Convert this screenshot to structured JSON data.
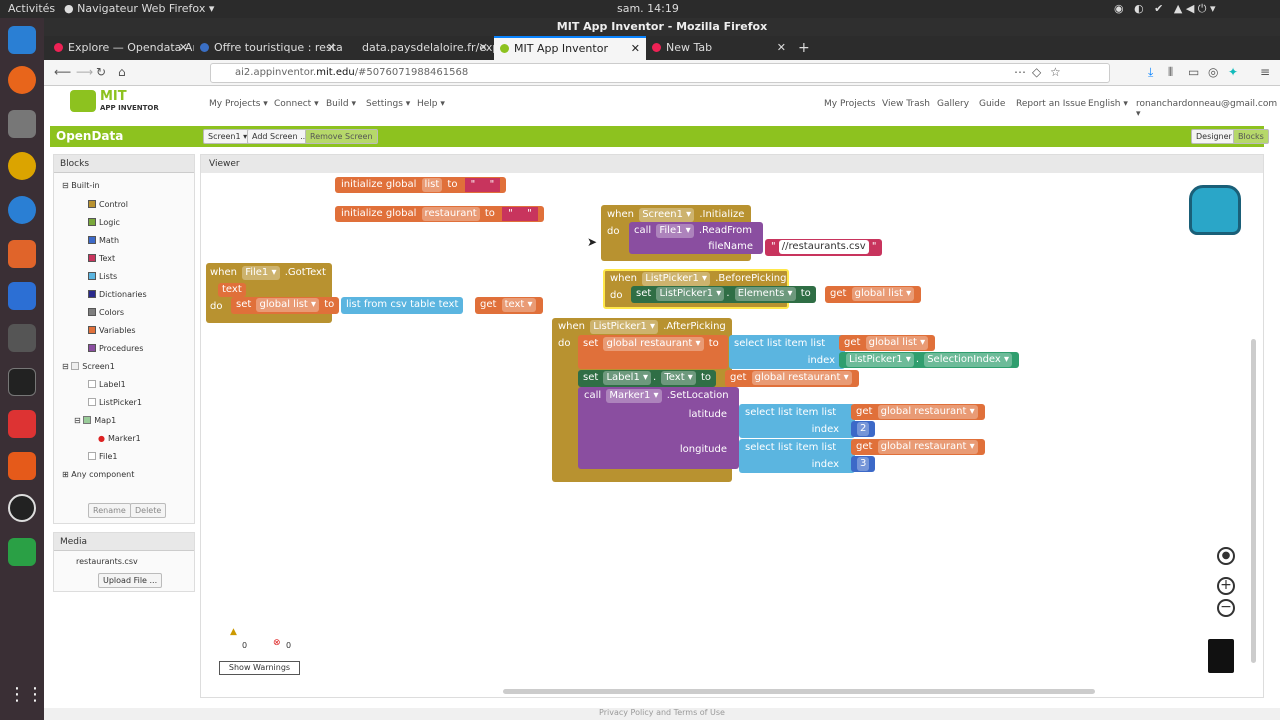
{
  "os": {
    "activities": "Activités",
    "browser_menu": "Navigateur Web Firefox",
    "clock": "sam. 14:19"
  },
  "window": {
    "title": "MIT App Inventor - Mozilla Firefox"
  },
  "tabs": [
    "Explore — Opendata An",
    "Offre touristique : resta",
    "data.paysdelaloire.fr/explor",
    "MIT App Inventor",
    "New Tab"
  ],
  "url": {
    "prefix": "ai2.appinventor.",
    "domain": "mit.edu",
    "rest": "/#5076071988461568"
  },
  "ai": {
    "logo_mit": "MIT",
    "logo_sub": "APP INVENTOR",
    "menus": [
      "My Projects ▾",
      "Connect ▾",
      "Build ▾",
      "Settings ▾",
      "Help ▾"
    ],
    "right_links": [
      "My Projects",
      "View Trash",
      "Gallery",
      "Guide",
      "Report an Issue",
      "English ▾",
      "ronanchardonneau@gmail.com ▾"
    ],
    "project": "OpenData",
    "screen_btn": "Screen1 ▾",
    "add_screen": "Add Screen ...",
    "remove_screen": "Remove Screen",
    "designer": "Designer",
    "blocks": "Blocks"
  },
  "blocks_panel": {
    "title": "Blocks",
    "builtin": "Built-in",
    "items": [
      {
        "label": "Control",
        "color": "#b89230"
      },
      {
        "label": "Logic",
        "color": "#79a83b"
      },
      {
        "label": "Math",
        "color": "#3c69c8"
      },
      {
        "label": "Text",
        "color": "#c8345d"
      },
      {
        "label": "Lists",
        "color": "#5bb5e0"
      },
      {
        "label": "Dictionaries",
        "color": "#2a2a8c"
      },
      {
        "label": "Colors",
        "color": "#7e7e7e"
      },
      {
        "label": "Variables",
        "color": "#e0703a"
      },
      {
        "label": "Procedures",
        "color": "#8a4ea0"
      }
    ],
    "screen": "Screen1",
    "components": [
      "Label1",
      "ListPicker1",
      "Map1",
      "Marker1",
      "File1"
    ],
    "any": "Any component",
    "rename": "Rename",
    "delete": "Delete"
  },
  "media": {
    "title": "Media",
    "file": "restaurants.csv",
    "upload": "Upload File ..."
  },
  "viewer": {
    "title": "Viewer"
  },
  "code": {
    "init": "initialize global",
    "list": "list",
    "restaurant": "restaurant",
    "to": "to",
    "when": "when",
    "do": "do",
    "call": "call",
    "set": "set",
    "get": "get",
    "screen1": "Screen1",
    "initialize": ".Initialize",
    "file1": "File1",
    "readfrom": ".ReadFrom",
    "filename": "fileName",
    "csvpath": "//restaurants.csv",
    "gottext": ".GotText",
    "text": "text",
    "global_list": "global list",
    "global_restaurant": "global restaurant",
    "list_from_csv": "list from csv table  text",
    "listpicker1": "ListPicker1",
    "beforepicking": ".BeforePicking",
    "elements": "Elements",
    "afterpicking": ".AfterPicking",
    "select_item": "select list item  list",
    "index": "index",
    "selectionindex": "SelectionIndex",
    "label1": "Label1",
    "text_prop": "Text",
    "marker1": "Marker1",
    "setlocation": ".SetLocation",
    "latitude": "latitude",
    "longitude": "longitude",
    "two": "2",
    "three": "3"
  },
  "warnings": {
    "warn_count": "0",
    "err_count": "0",
    "show": "Show Warnings"
  },
  "footer": "Privacy Policy and Terms of Use"
}
